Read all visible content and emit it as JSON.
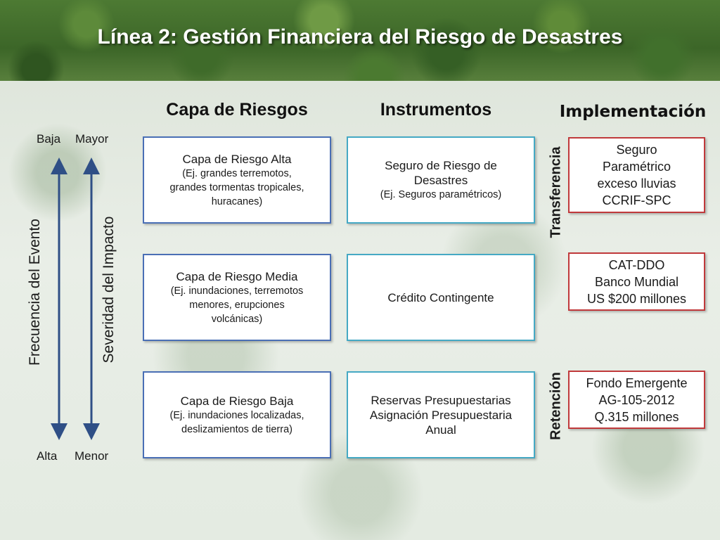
{
  "title": "Línea 2: Gestión Financiera del Riesgo de Desastres",
  "headers": {
    "capa": "Capa de Riesgos",
    "instrumentos": "Instrumentos",
    "implementacion": "Implementación"
  },
  "axis": {
    "top_left": "Baja",
    "top_right": "Mayor",
    "bottom_left": "Alta",
    "bottom_right": "Menor",
    "frecuencia": "Frecuencia del Evento",
    "severidad": "Severidad del Impacto"
  },
  "capas": [
    {
      "title": "Capa de Riesgo Alta",
      "sub": [
        "(Ej. grandes terremotos,",
        "grandes tormentas tropicales,",
        "huracanes)"
      ]
    },
    {
      "title": "Capa de Riesgo Media",
      "sub": [
        "(Ej. inundaciones, terremotos",
        "menores, erupciones",
        "volcánicas)"
      ]
    },
    {
      "title": "Capa de Riesgo Baja",
      "sub": [
        "(Ej. inundaciones localizadas,",
        "deslizamientos de tierra)"
      ]
    }
  ],
  "instrumentos": [
    {
      "lines": [
        "Seguro de Riesgo de",
        "Desastres"
      ],
      "sub": "(Ej. Seguros paramétricos)"
    },
    {
      "lines": [
        "Crédito Contingente"
      ],
      "sub": ""
    },
    {
      "lines": [
        "Reservas Presupuestarias",
        "Asignación Presupuestaria",
        "Anual"
      ],
      "sub": ""
    }
  ],
  "side_labels": {
    "transferencia": "Transferencia",
    "retencion": "Retención"
  },
  "implementacion": [
    {
      "lines": [
        "Seguro",
        "Paramétrico",
        "exceso lluvias",
        "CCRIF-SPC"
      ]
    },
    {
      "lines": [
        "CAT-DDO",
        "Banco Mundial",
        "US $200 millones"
      ]
    },
    {
      "lines": [
        "Fondo Emergente",
        "AG-105-2012",
        "Q.315 millones"
      ]
    }
  ],
  "colors": {
    "capa_border": "#4a6fb5",
    "instrumento_border": "#45a9c4",
    "implementacion_border": "#c0393b",
    "arrow": "#2f4f86"
  }
}
